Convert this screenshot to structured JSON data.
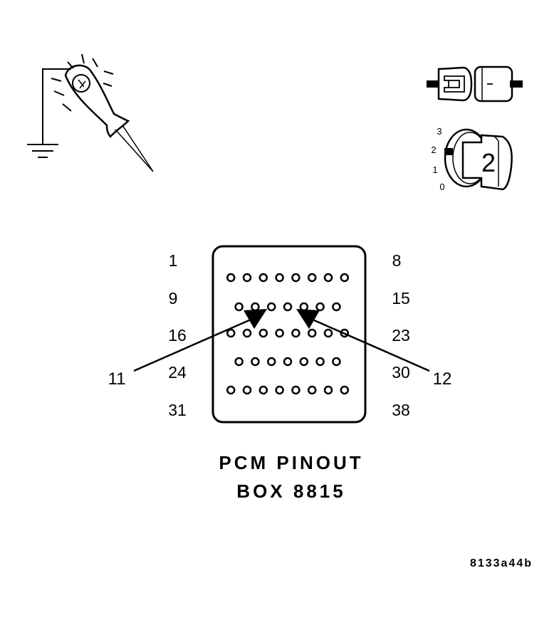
{
  "connector": {
    "pin_labels_left": [
      "1",
      "9",
      "16",
      "24",
      "31"
    ],
    "pin_labels_right": [
      "8",
      "15",
      "23",
      "30",
      "38"
    ],
    "rows": [
      8,
      7,
      8,
      7,
      8
    ]
  },
  "callouts": {
    "left": "11",
    "right": "12"
  },
  "title": {
    "line1": "PCM PINOUT",
    "line2": "BOX 8815"
  },
  "figure_code": "8133a44b",
  "ignition_switch": {
    "positions": [
      "3",
      "2",
      "1",
      "0"
    ],
    "key_position": "2"
  },
  "icons": [
    "test-light-icon",
    "ground-symbol-icon",
    "disconnected-connector-icon",
    "ignition-key-icon"
  ]
}
